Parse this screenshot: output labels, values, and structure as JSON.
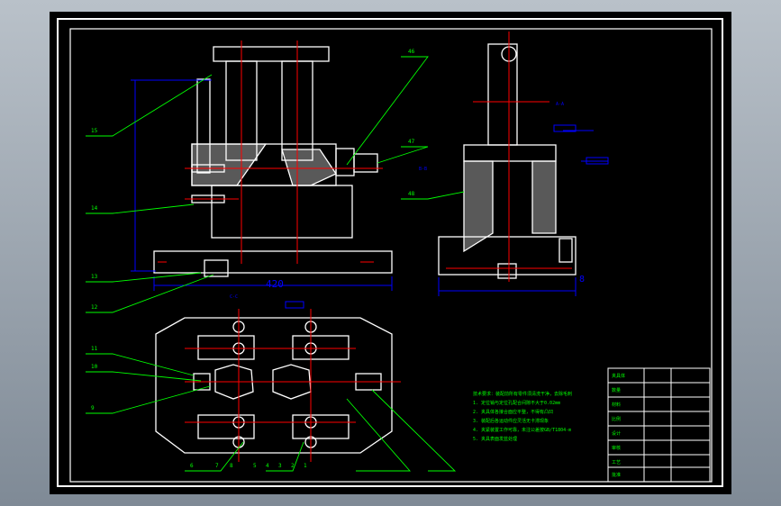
{
  "drawing": {
    "dimension_main": "420",
    "dimension_side": "8",
    "callouts": [
      "15",
      "14",
      "13",
      "12",
      "11",
      "10",
      "9",
      "8",
      "7",
      "6",
      "5",
      "4",
      "3",
      "2",
      "1",
      "46",
      "47",
      "48"
    ],
    "side_labels": [
      "A-A",
      "B-B",
      "C-C"
    ],
    "notes_lines": [
      "技术要求：装配前所有零件须清洗干净，去除毛刺",
      "1. 定位销与定位孔配合间隙不大于0.02mm",
      "2. 夹具体各接合面应平整，不得有凸凹",
      "3. 装配后各运动件应灵活无卡滞现象",
      "4. 夹紧装置工作可靠，未注公差按GB/T1804-m",
      "5. 夹具表面发蓝处理"
    ],
    "title_block_labels": [
      "夹具体",
      "数量",
      "材料",
      "比例",
      "设计",
      "审核",
      "工艺",
      "批准"
    ]
  },
  "colors": {
    "background": "#000000",
    "outline": "#ffffff",
    "centerline": "#ff0000",
    "leader": "#00ff00",
    "dimension": "#0000ff",
    "text": "#00ff00",
    "window": "#8c97a3"
  }
}
